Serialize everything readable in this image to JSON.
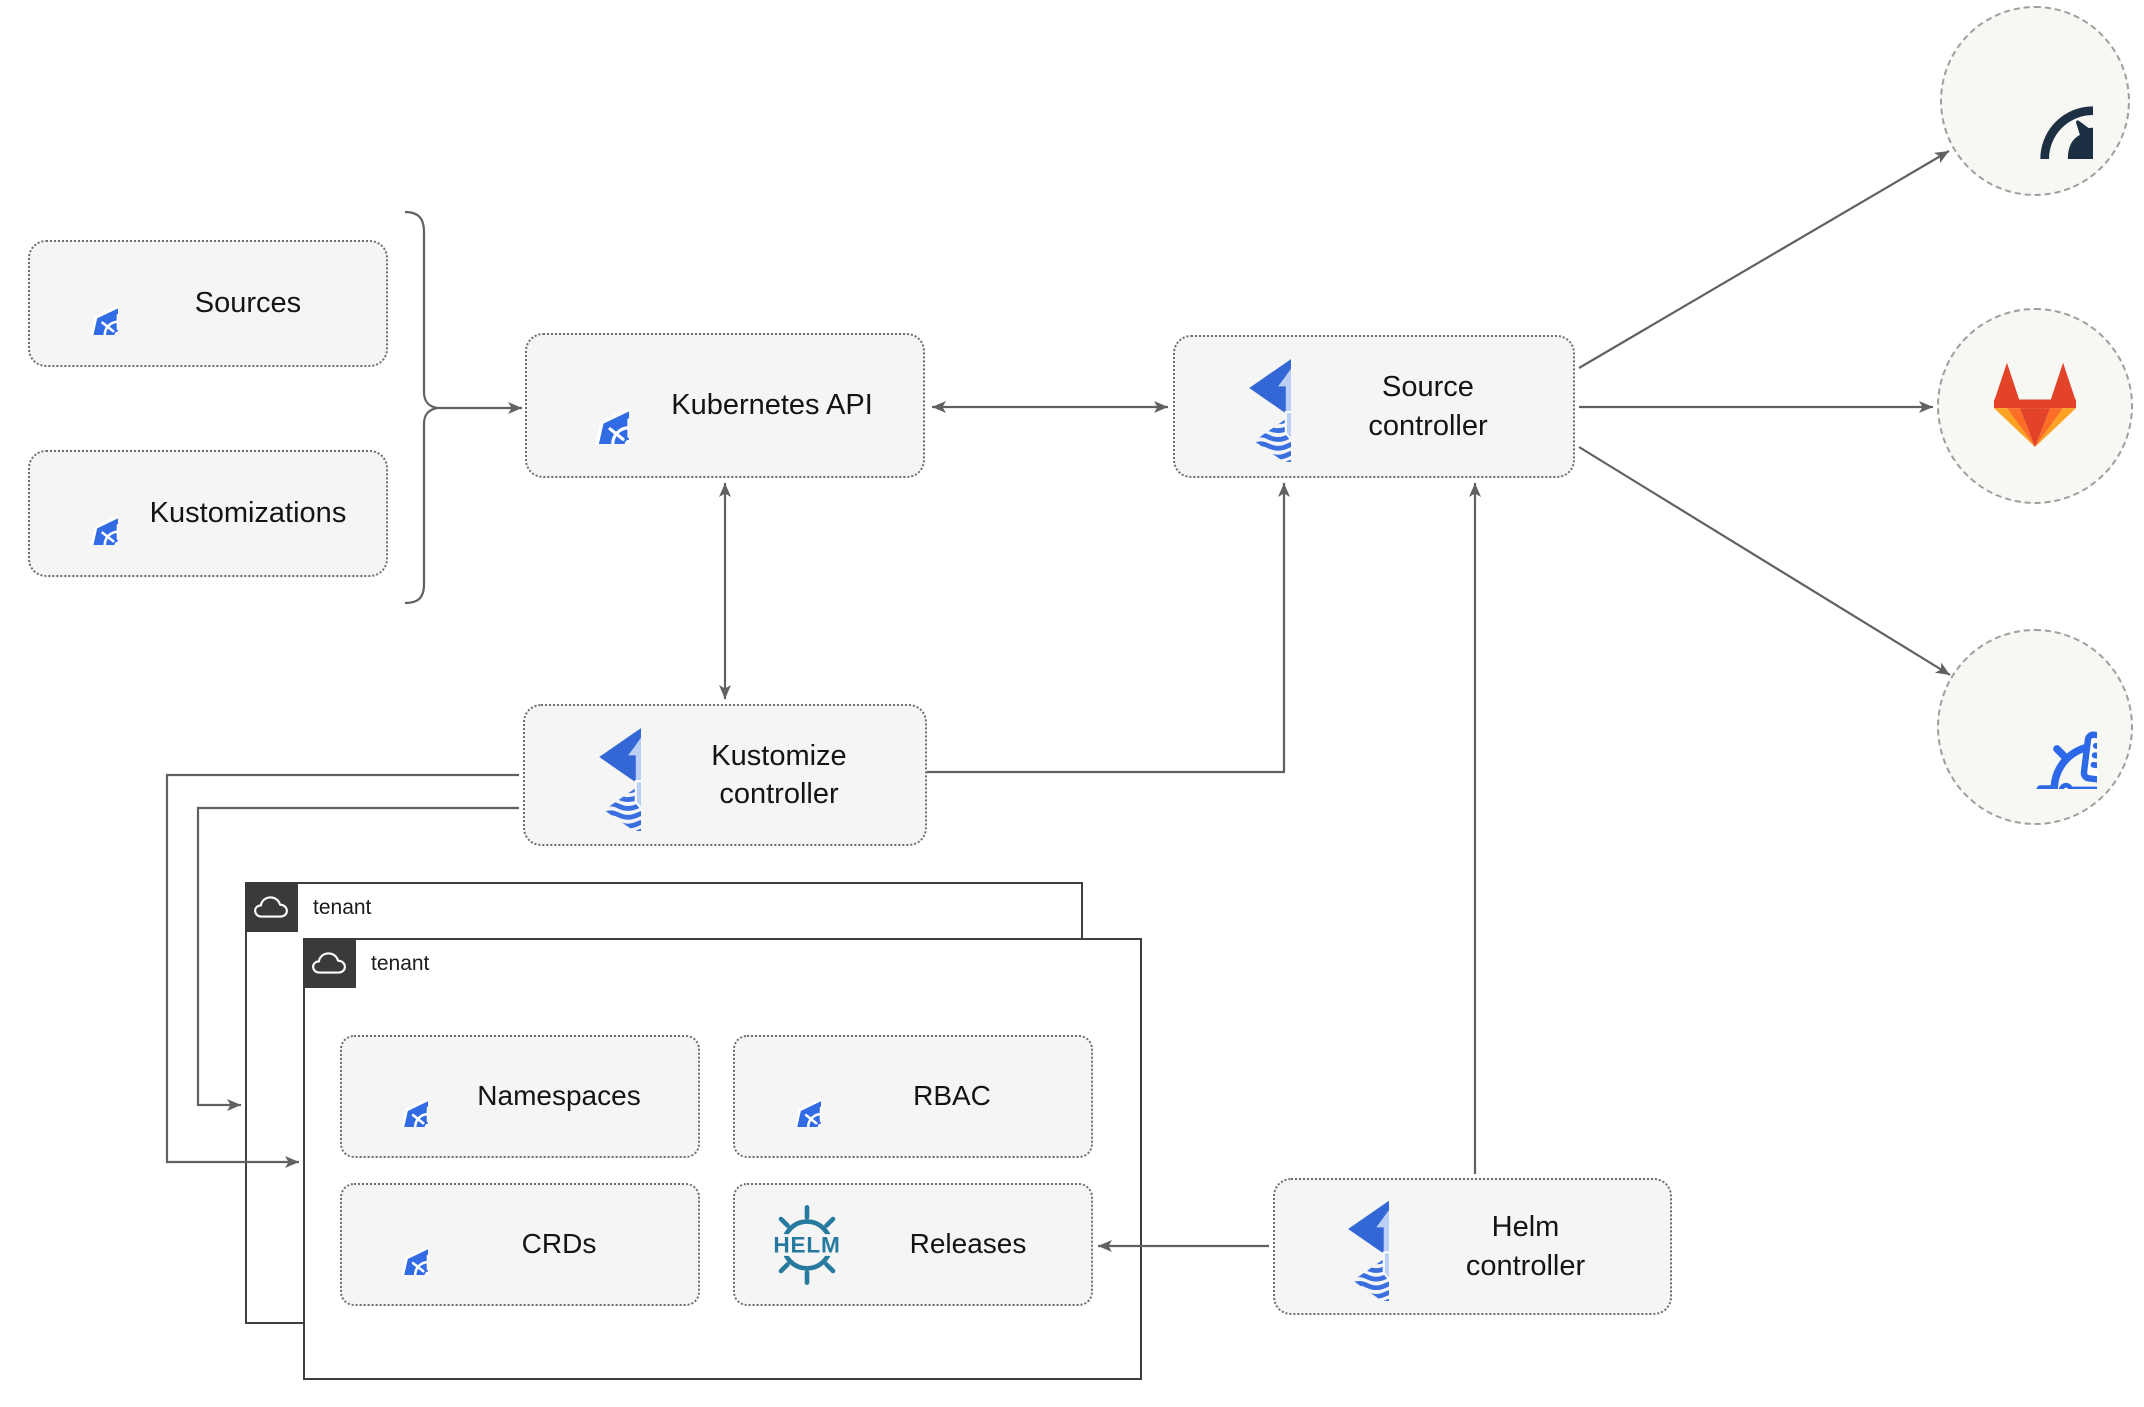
{
  "nodes": {
    "sources": {
      "label": "Sources",
      "icon": "kubernetes"
    },
    "kustomizations": {
      "label": "Kustomizations",
      "icon": "kubernetes"
    },
    "kubernetes_api": {
      "label": "Kubernetes API",
      "icon": "kubernetes"
    },
    "source_controller": {
      "label": "Source controller",
      "icon": "flux"
    },
    "kustomize_controller": {
      "label": "Kustomize controller",
      "icon": "flux"
    },
    "helm_controller": {
      "label": "Helm controller",
      "icon": "flux"
    },
    "tenant_outer": {
      "label": "tenant",
      "icon": "cloud"
    },
    "tenant_inner": {
      "label": "tenant",
      "icon": "cloud"
    },
    "namespaces": {
      "label": "Namespaces",
      "icon": "kubernetes"
    },
    "rbac": {
      "label": "RBAC",
      "icon": "kubernetes"
    },
    "crds": {
      "label": "CRDs",
      "icon": "kubernetes"
    },
    "releases": {
      "label": "Releases",
      "icon": "helm"
    },
    "github": {
      "icon": "github"
    },
    "gitlab": {
      "icon": "gitlab"
    },
    "kustomize": {
      "icon": "kustomize"
    }
  },
  "icon_text": {
    "helm_logo": "HELM"
  },
  "edges": [
    {
      "from": "sources+kustomizations",
      "to": "kubernetes_api",
      "arrows": "end"
    },
    {
      "from": "kubernetes_api",
      "to": "source_controller",
      "arrows": "both"
    },
    {
      "from": "kubernetes_api",
      "to": "kustomize_controller",
      "arrows": "both"
    },
    {
      "from": "kustomize_controller",
      "to": "source_controller",
      "arrows": "end"
    },
    {
      "from": "kustomize_controller",
      "to": "tenant_inner",
      "arrows": "end"
    },
    {
      "from": "kustomize_controller",
      "to": "tenant_outer",
      "arrows": "end"
    },
    {
      "from": "helm_controller",
      "to": "source_controller",
      "arrows": "end"
    },
    {
      "from": "helm_controller",
      "to": "releases",
      "arrows": "end"
    },
    {
      "from": "source_controller",
      "to": "github",
      "arrows": "end"
    },
    {
      "from": "source_controller",
      "to": "gitlab",
      "arrows": "end"
    },
    {
      "from": "source_controller",
      "to": "kustomize",
      "arrows": "end"
    }
  ],
  "colors": {
    "kubernetes_blue": "#326ce5",
    "flux_blue": "#3367d6",
    "flux_arrow_light": "#bcd0f5",
    "helm_teal": "#277a9f",
    "github_navy": "#1d2f42",
    "gitlab_dark_orange": "#e24329",
    "gitlab_orange": "#fc6d26",
    "gitlab_light_orange": "#fca326",
    "kustomize_blue": "#2d68e8",
    "arrow_gray": "#616161",
    "node_fill": "#f5f5f5",
    "node_border": "#6e6e6e",
    "tenant_dark": "#3a3a3a",
    "circle_fill": "#f7f7f4"
  }
}
